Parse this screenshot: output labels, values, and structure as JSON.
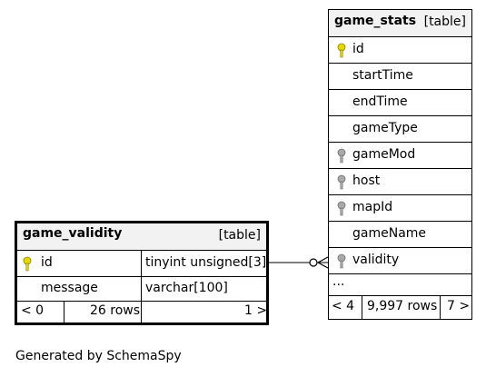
{
  "game_stats": {
    "name": "game_stats",
    "tag": "[table]",
    "columns": [
      "id",
      "startTime",
      "endTime",
      "gameType",
      "gameMod",
      "host",
      "mapId",
      "gameName",
      "validity"
    ],
    "more": "...",
    "footer": {
      "left": "< 4",
      "rows": "9,997 rows",
      "right": "7 >"
    }
  },
  "game_validity": {
    "name": "game_validity",
    "tag": "[table]",
    "columns": [
      {
        "name": "id",
        "type": "tinyint unsigned[3]"
      },
      {
        "name": "message",
        "type": "varchar[100]"
      }
    ],
    "footer": {
      "left": "< 0",
      "rows": "26 rows",
      "right": "1 >"
    }
  },
  "caption": "Generated by SchemaSpy",
  "colors": {
    "primary_key": "#e6d800",
    "foreign_key": "#a9a9a9",
    "header_bg": "#f2f2f2"
  }
}
